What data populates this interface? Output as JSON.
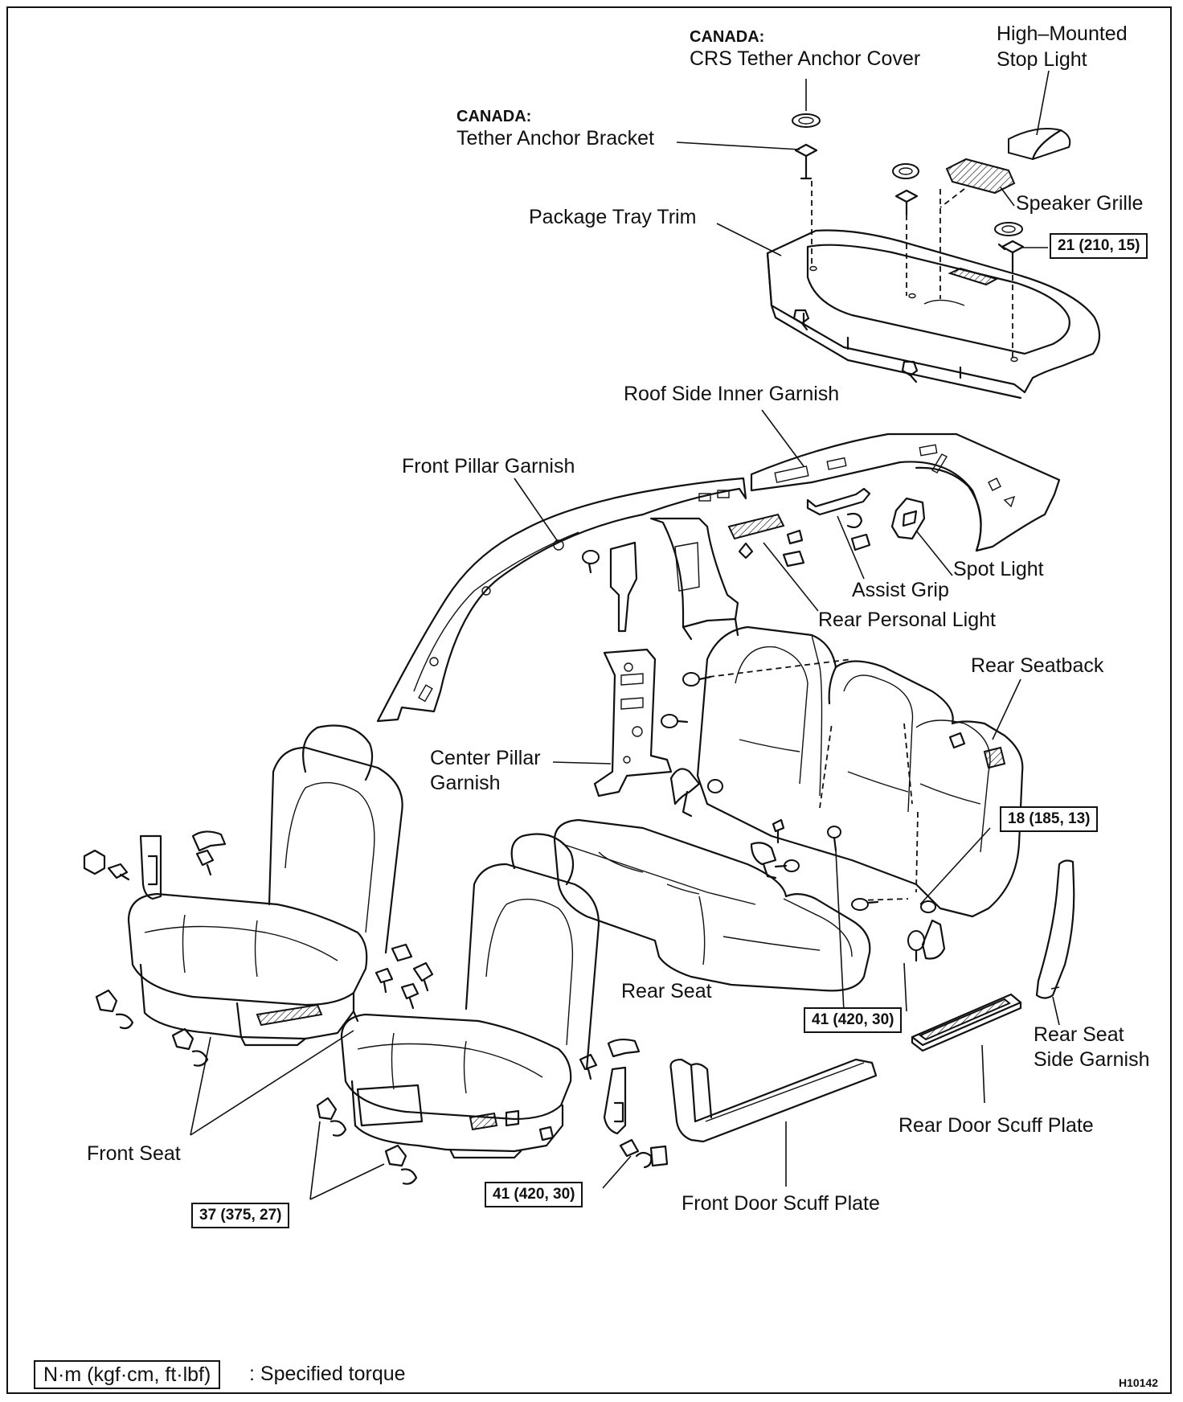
{
  "labels": {
    "crs_cover_region": "CANADA:",
    "crs_cover": "CRS Tether Anchor Cover",
    "stop_light": "High–Mounted\nStop Light",
    "bracket_region": "CANADA:",
    "bracket": "Tether Anchor Bracket",
    "package_tray": "Package Tray Trim",
    "speaker_grille": "Speaker Grille",
    "roof_side": "Roof Side Inner Garnish",
    "front_pillar": "Front Pillar Garnish",
    "spot_light": "Spot Light",
    "assist_grip": "Assist Grip",
    "rear_personal": "Rear Personal Light",
    "rear_seatback": "Rear Seatback",
    "center_pillar": "Center Pillar\nGarnish",
    "rear_seat": "Rear Seat",
    "rear_seat_side": "Rear Seat\nSide Garnish",
    "rear_door_scuff": "Rear Door Scuff Plate",
    "front_seat": "Front Seat",
    "front_door_scuff": "Front Door Scuff Plate"
  },
  "torques": {
    "tray_bolt": "21 (210, 15)",
    "seatback_bolt": "18 (185, 13)",
    "rear_seat_bolt": "41 (420, 30)",
    "front_seat_bolt_a": "41 (420, 30)",
    "front_seat_bolt_b": "37 (375, 27)"
  },
  "legend": {
    "box": "N·m (kgf·cm, ft·lbf)",
    "text": ": Specified torque"
  },
  "figure_code": "H10142"
}
